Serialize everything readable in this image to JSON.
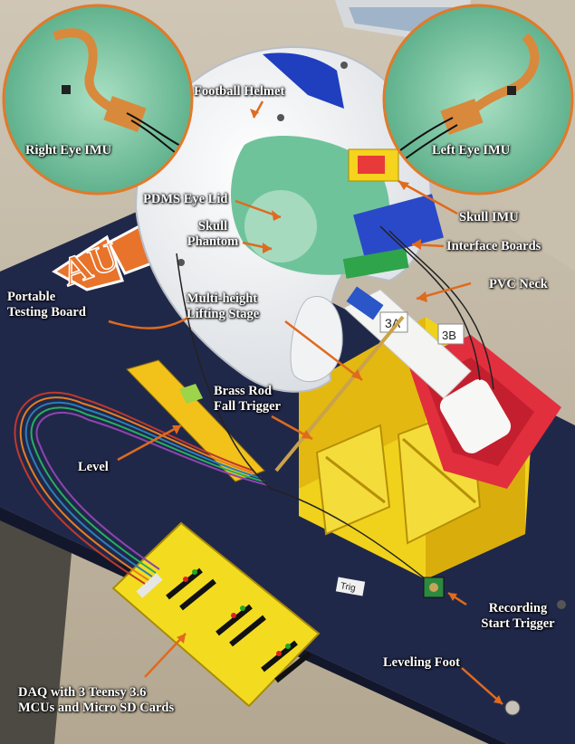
{
  "labels": {
    "football_helmet": "Football Helmet",
    "right_eye_imu": "Right Eye IMU",
    "left_eye_imu": "Left Eye IMU",
    "pdms_eye_lid": "PDMS Eye Lid",
    "skull_phantom_1": "Skull",
    "skull_phantom_2": "Phantom",
    "skull_imu": "Skull IMU",
    "interface_boards": "Interface Boards",
    "pvc_neck": "PVC Neck",
    "portable_testing_board_1": "Portable",
    "portable_testing_board_2": "Testing Board",
    "lifting_stage_1": "Multi-height",
    "lifting_stage_2": "Lifting Stage",
    "brass_rod_1": "Brass Rod",
    "brass_rod_2": "Fall Trigger",
    "level": "Level",
    "recording_trigger_1": "Recording",
    "recording_trigger_2": "Start Trigger",
    "leveling_foot": "Leveling Foot",
    "daq_1": "DAQ with 3 Teensy 3.6",
    "daq_2": "MCUs and Micro SD Cards"
  },
  "photo_text": {
    "logo": "AU",
    "tag_3a": "3A",
    "tag_3b": "3B",
    "tag_trig": "Trig"
  },
  "colors": {
    "annotation_arrow": "#e06a1e",
    "inset_border": "#e07a2a",
    "label_text": "#ffffff"
  }
}
